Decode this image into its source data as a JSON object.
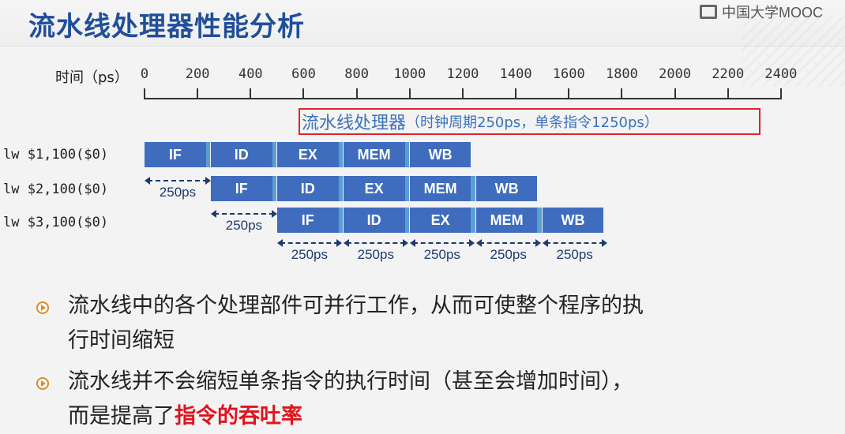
{
  "header": {
    "title": "流水线处理器性能分析",
    "logo_text": "中国大学MOOC"
  },
  "axis": {
    "label": "时间（ps）",
    "ticks": [
      "0",
      "200",
      "400",
      "600",
      "800",
      "1000",
      "1200",
      "1400",
      "1600",
      "1800",
      "2000",
      "2200",
      "2400"
    ]
  },
  "callout": {
    "main": "流水线处理器",
    "sub": "（时钟周期250ps，单条指令1250ps）"
  },
  "instructions": [
    {
      "text": "lw $1,100($0)",
      "start": 0
    },
    {
      "text": "lw $2,100($0)",
      "start": 250
    },
    {
      "text": "lw $3,100($0)",
      "start": 500
    }
  ],
  "stages": [
    "IF",
    "ID",
    "EX",
    "MEM",
    "WB"
  ],
  "dimension_label": "250ps",
  "bullets": [
    {
      "line1": "流水线中的各个处理部件可并行工作，从而可使整个程序的执",
      "line2": "行时间缩短"
    },
    {
      "line1": "流水线并不会缩短单条指令的执行时间（甚至会增加时间），",
      "line2_prefix": "而是提高了",
      "line2_highlight": "指令的吞吐率"
    }
  ],
  "colors": {
    "title": "#1f4f9a",
    "stage": "#3f6cbd",
    "latch": "#5a9fd2",
    "callout_border": "#e0242e",
    "callout_text": "#3a73b8",
    "highlight": "#e0141e",
    "bullet": "#e08a1e"
  }
}
